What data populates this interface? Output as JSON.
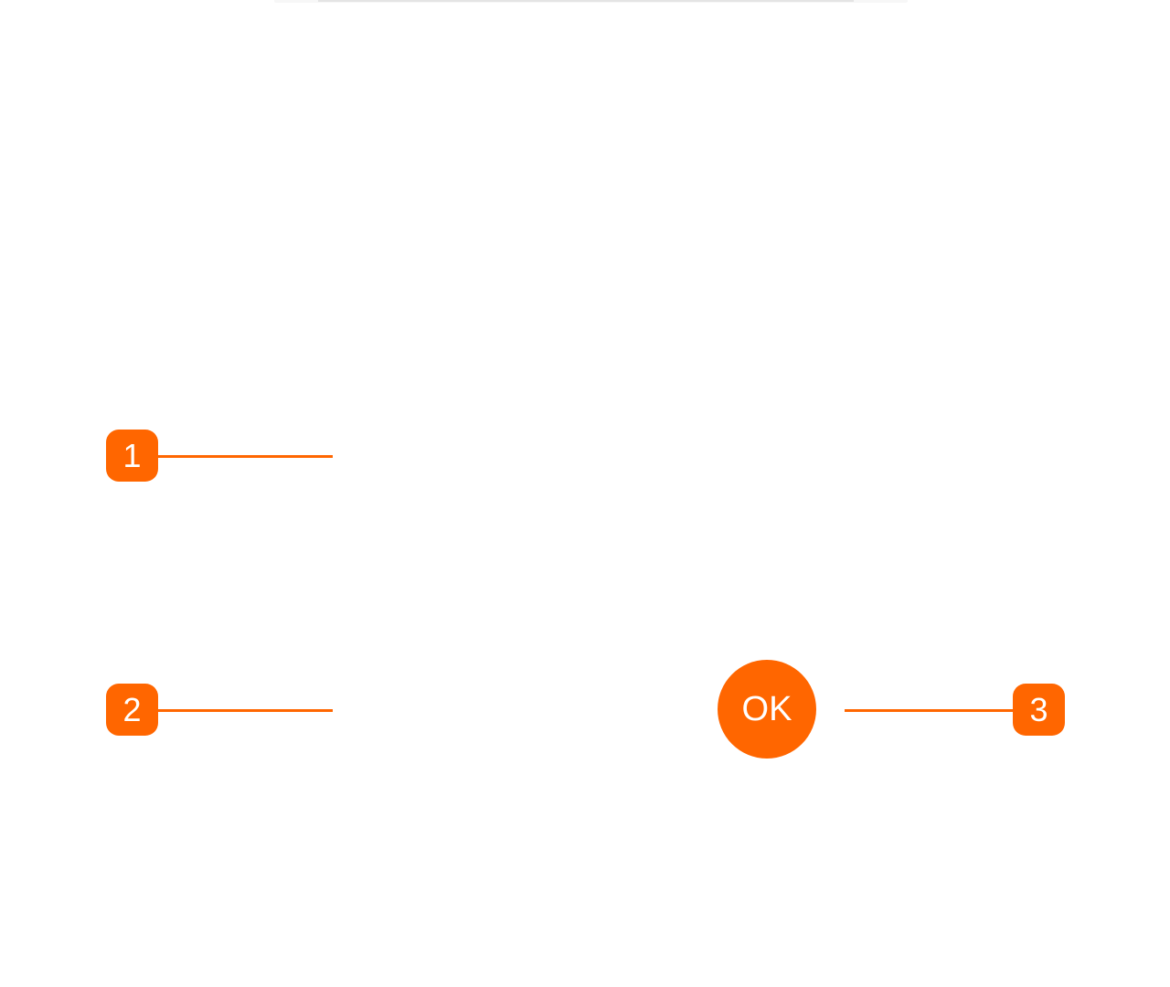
{
  "colors": {
    "accent": "#FF6600",
    "background": "#FFFFFF",
    "badge_text": "#FFFFFF"
  },
  "callouts": [
    {
      "number": "1"
    },
    {
      "number": "2"
    },
    {
      "number": "3"
    }
  ],
  "ok_button": {
    "label": "OK"
  }
}
